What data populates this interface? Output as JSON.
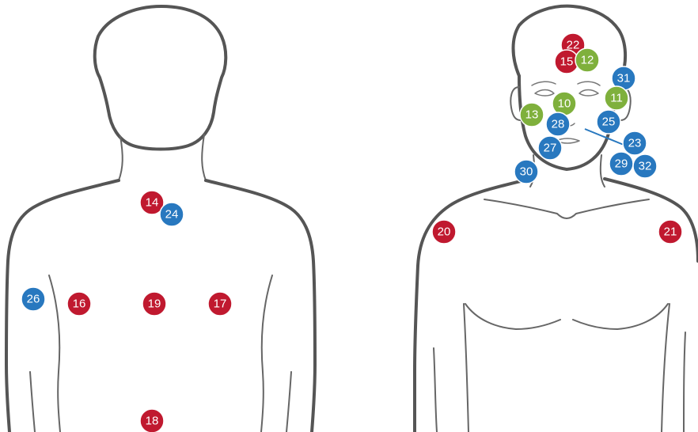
{
  "colors": {
    "red": "#c0192f",
    "green": "#7fb03c",
    "blue": "#2878bf",
    "outline": "#555555",
    "connector": "#2878bf"
  },
  "back_view": {
    "markers": [
      {
        "id": "14",
        "color": "red"
      },
      {
        "id": "24",
        "color": "blue"
      },
      {
        "id": "26",
        "color": "blue"
      },
      {
        "id": "16",
        "color": "red"
      },
      {
        "id": "19",
        "color": "red"
      },
      {
        "id": "17",
        "color": "red"
      },
      {
        "id": "18",
        "color": "red"
      }
    ]
  },
  "front_view": {
    "markers": [
      {
        "id": "22",
        "color": "red"
      },
      {
        "id": "15",
        "color": "red"
      },
      {
        "id": "12",
        "color": "green"
      },
      {
        "id": "31",
        "color": "blue"
      },
      {
        "id": "10",
        "color": "green"
      },
      {
        "id": "11",
        "color": "green"
      },
      {
        "id": "13",
        "color": "green"
      },
      {
        "id": "28",
        "color": "blue"
      },
      {
        "id": "25",
        "color": "blue"
      },
      {
        "id": "27",
        "color": "blue"
      },
      {
        "id": "23",
        "color": "blue"
      },
      {
        "id": "29",
        "color": "blue"
      },
      {
        "id": "32",
        "color": "blue"
      },
      {
        "id": "30",
        "color": "blue"
      },
      {
        "id": "20",
        "color": "red"
      },
      {
        "id": "21",
        "color": "red"
      }
    ]
  }
}
